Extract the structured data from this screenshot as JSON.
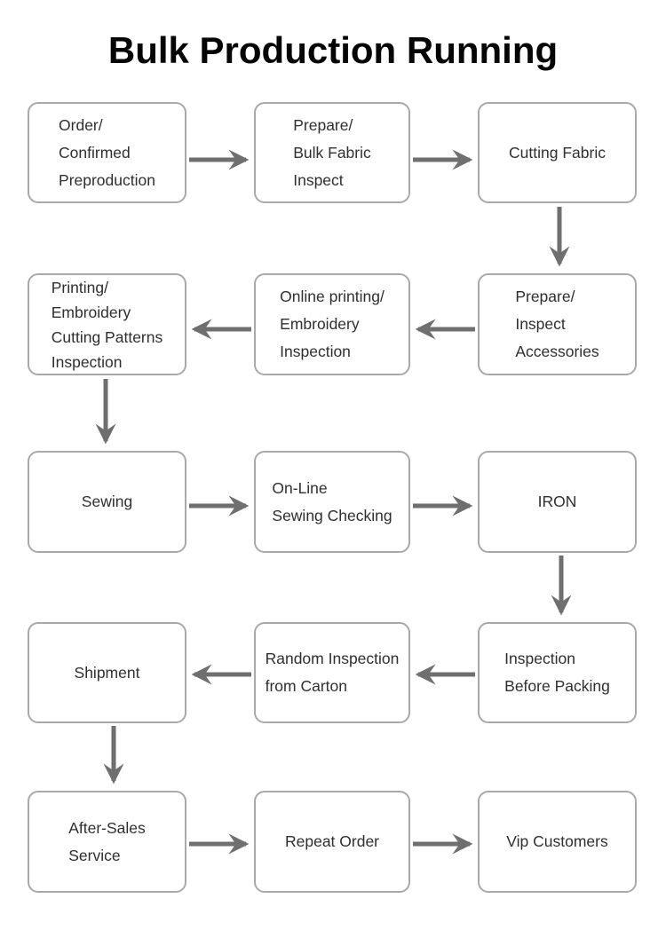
{
  "title": "Bulk Production Running",
  "colors": {
    "background": "#ffffff",
    "title_text": "#050505",
    "box_border": "#a9a9a9",
    "box_fill": "#ffffff",
    "box_text": "#2f2f2f",
    "arrow": "#6f6f6f"
  },
  "flowchart": {
    "type": "flowchart",
    "nodes": [
      {
        "id": "order-confirmed-preproduction",
        "lines": [
          "Order/",
          "Confirmed",
          "Preproduction"
        ]
      },
      {
        "id": "prepare-bulk-fabric-inspect",
        "lines": [
          "Prepare/",
          "Bulk Fabric",
          "Inspect"
        ]
      },
      {
        "id": "cutting-fabric",
        "lines": [
          "Cutting Fabric"
        ]
      },
      {
        "id": "printing-embroidery-cutting-patterns-inspection",
        "lines": [
          "Printing/",
          "Embroidery",
          "Cutting Patterns",
          "Inspection"
        ]
      },
      {
        "id": "online-printing-embroidery-inspection",
        "lines": [
          "Online printing/",
          "Embroidery",
          "Inspection"
        ]
      },
      {
        "id": "prepare-inspect-accessories",
        "lines": [
          "Prepare/",
          "Inspect",
          "Accessories"
        ]
      },
      {
        "id": "sewing",
        "lines": [
          "Sewing"
        ]
      },
      {
        "id": "on-line-sewing-checking",
        "lines": [
          "On-Line",
          "Sewing Checking"
        ]
      },
      {
        "id": "iron",
        "lines": [
          "IRON"
        ]
      },
      {
        "id": "shipment",
        "lines": [
          "Shipment"
        ]
      },
      {
        "id": "random-inspection-from-carton",
        "lines": [
          "Random Inspection",
          "from Carton"
        ]
      },
      {
        "id": "inspection-before-packing",
        "lines": [
          "Inspection",
          "Before Packing"
        ]
      },
      {
        "id": "after-sales-service",
        "lines": [
          "After-Sales",
          "Service"
        ]
      },
      {
        "id": "repeat-order",
        "lines": [
          "Repeat Order"
        ]
      },
      {
        "id": "vip-customers",
        "lines": [
          "Vip Customers"
        ]
      }
    ],
    "edges": [
      {
        "from": "order-confirmed-preproduction",
        "to": "prepare-bulk-fabric-inspect",
        "direction": "right"
      },
      {
        "from": "prepare-bulk-fabric-inspect",
        "to": "cutting-fabric",
        "direction": "right"
      },
      {
        "from": "cutting-fabric",
        "to": "prepare-inspect-accessories",
        "direction": "down"
      },
      {
        "from": "prepare-inspect-accessories",
        "to": "online-printing-embroidery-inspection",
        "direction": "left"
      },
      {
        "from": "online-printing-embroidery-inspection",
        "to": "printing-embroidery-cutting-patterns-inspection",
        "direction": "left"
      },
      {
        "from": "printing-embroidery-cutting-patterns-inspection",
        "to": "sewing",
        "direction": "down"
      },
      {
        "from": "sewing",
        "to": "on-line-sewing-checking",
        "direction": "right"
      },
      {
        "from": "on-line-sewing-checking",
        "to": "iron",
        "direction": "right"
      },
      {
        "from": "iron",
        "to": "inspection-before-packing",
        "direction": "down"
      },
      {
        "from": "inspection-before-packing",
        "to": "random-inspection-from-carton",
        "direction": "left"
      },
      {
        "from": "random-inspection-from-carton",
        "to": "shipment",
        "direction": "left"
      },
      {
        "from": "shipment",
        "to": "after-sales-service",
        "direction": "down"
      },
      {
        "from": "after-sales-service",
        "to": "repeat-order",
        "direction": "right"
      },
      {
        "from": "repeat-order",
        "to": "vip-customers",
        "direction": "right"
      }
    ]
  }
}
